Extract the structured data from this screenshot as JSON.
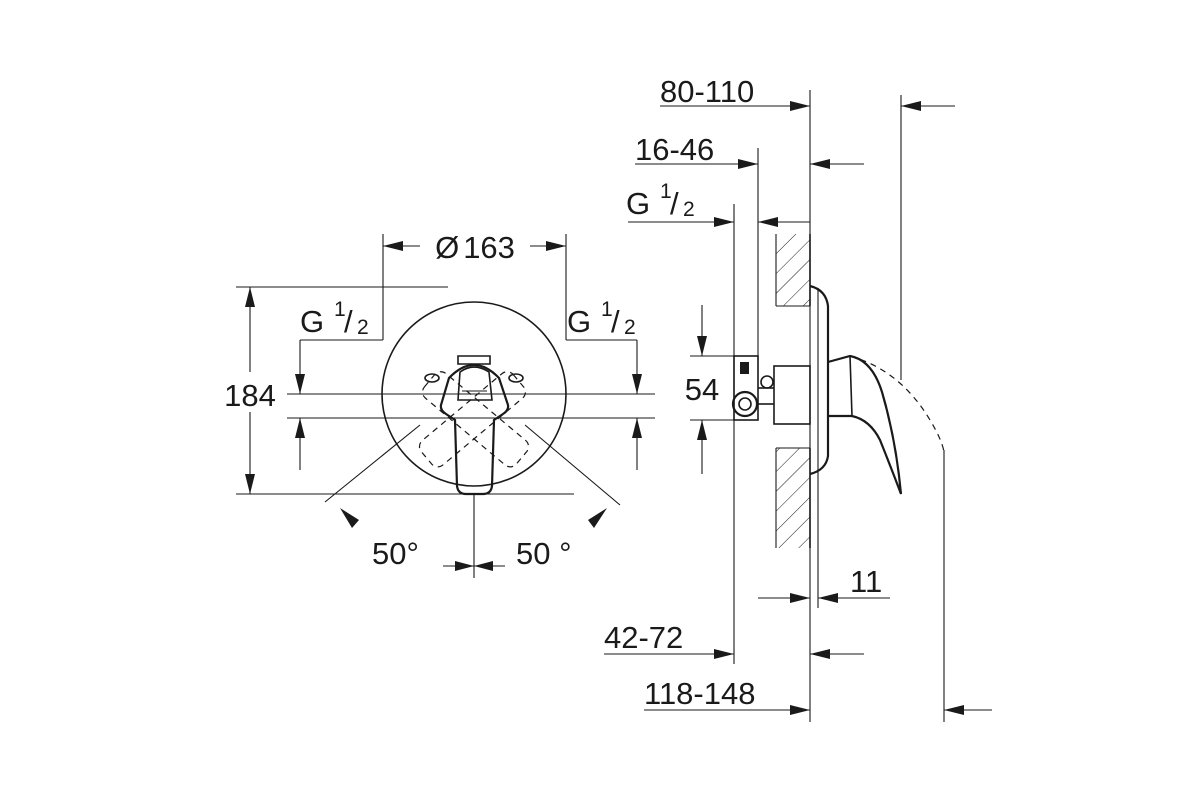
{
  "front_view": {
    "diameter": {
      "symbol": "Ø",
      "value": "163"
    },
    "height": "184",
    "left_port": {
      "thread": "G",
      "num": "1",
      "den": "2"
    },
    "right_port": {
      "thread": "G",
      "num": "1",
      "den": "2"
    },
    "angle_left": "50°",
    "angle_right": "50 °"
  },
  "side_view": {
    "dim_80_110": "80-110",
    "dim_16_46": "16-46",
    "port": {
      "thread": "G",
      "num": "1",
      "den": "2"
    },
    "dim_54": "54",
    "dim_11": "11",
    "dim_42_72": "42-72",
    "dim_118_148": "118-148"
  }
}
